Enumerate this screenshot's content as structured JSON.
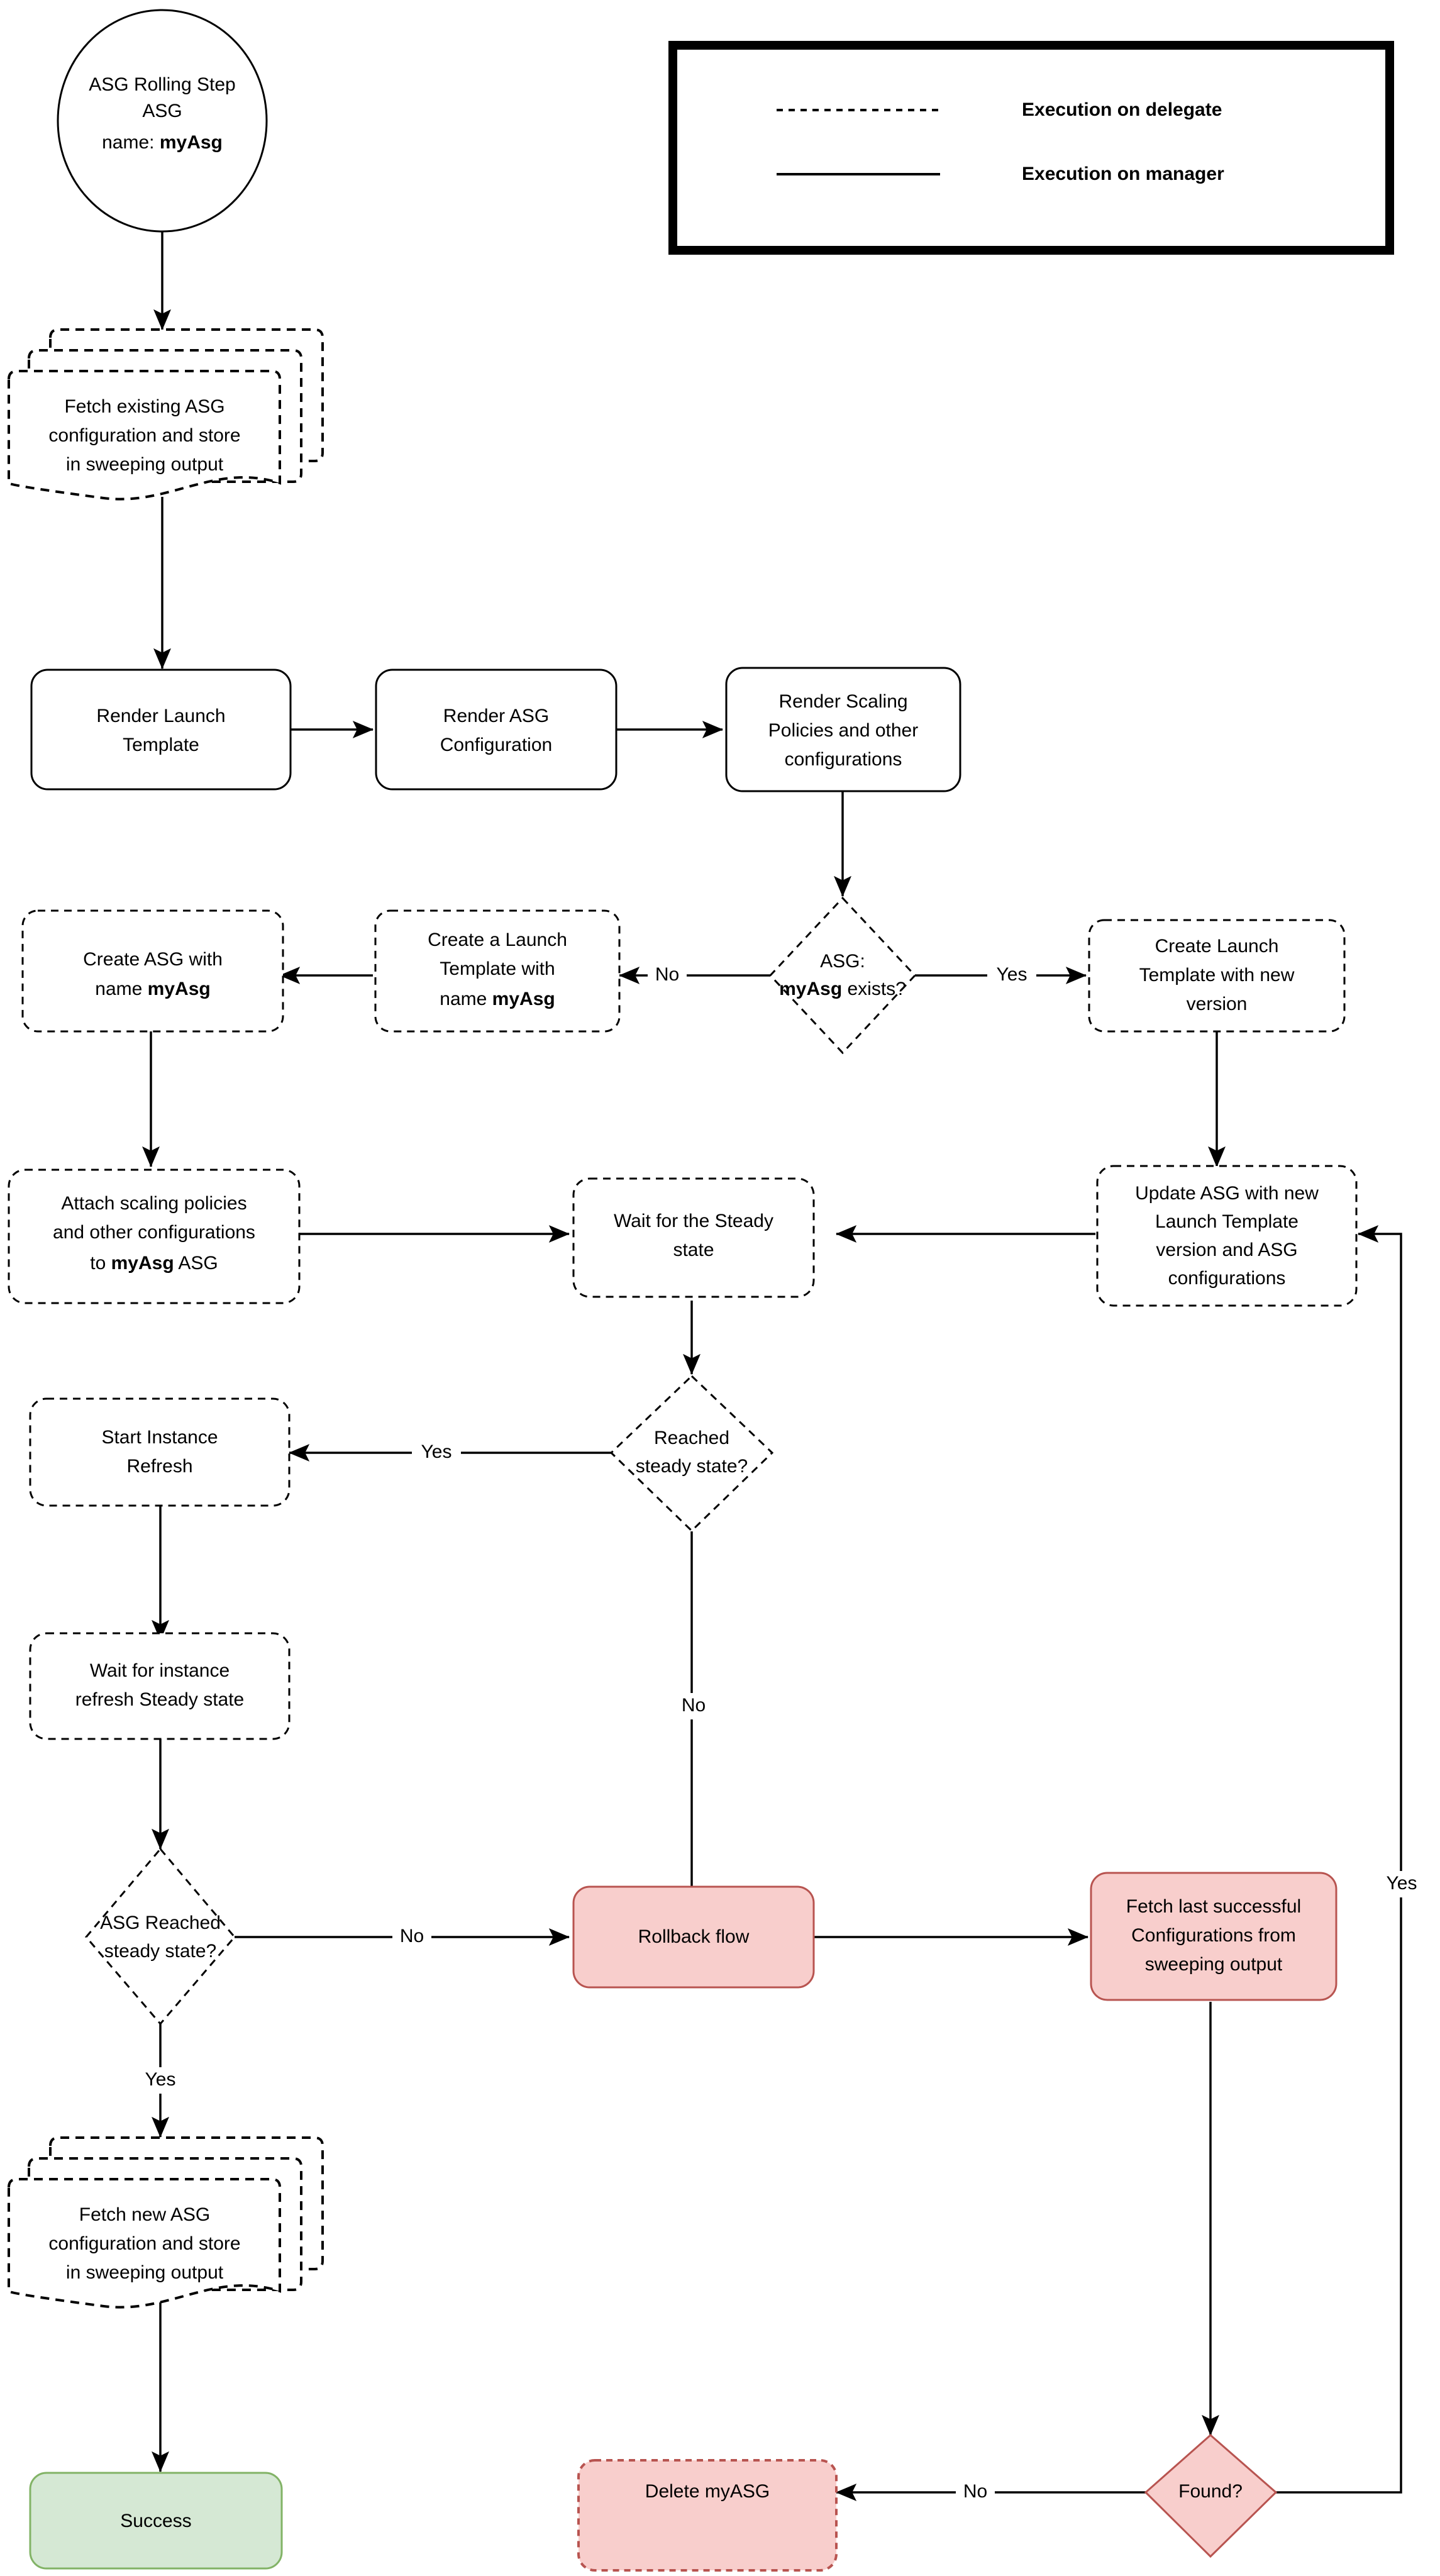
{
  "diagram": {
    "title": "ASG Rolling Step flowchart",
    "legend": {
      "name": "legend",
      "items": [
        {
          "style": "dashed",
          "label": "Execution on delegate"
        },
        {
          "style": "solid",
          "label": "Execution on manager"
        }
      ]
    },
    "colors": {
      "pink_fill": "#f8cecc",
      "pink_stroke": "#b85450",
      "green_fill": "#d5e8d4",
      "green_stroke": "#82b366",
      "default_stroke": "#000000",
      "default_fill": "#ffffff"
    },
    "nodes": {
      "start": {
        "shape": "ellipse",
        "line1": "ASG Rolling Step",
        "line2": "ASG",
        "line3_prefix": "name: ",
        "line3_bold": "myAsg"
      },
      "fetch_existing": {
        "shape": "multi-document",
        "line1": "Fetch existing ASG",
        "line2": "configuration and store",
        "line3": "in sweeping output"
      },
      "render_launch_template": {
        "shape": "rounded-rect",
        "line1": "Render Launch",
        "line2": "Template"
      },
      "render_asg_config": {
        "shape": "rounded-rect",
        "line1": "Render ASG",
        "line2": "Configuration"
      },
      "render_scaling_policies": {
        "shape": "rounded-rect",
        "line1": "Render Scaling",
        "line2": "Policies and other",
        "line3": "configurations"
      },
      "asg_exists_decision": {
        "shape": "diamond",
        "line1": "ASG:",
        "line2_bold": "myAsg",
        "line2_rest": " exists?"
      },
      "create_launch_template_new_version": {
        "shape": "rounded-rect",
        "line1": "Create Launch",
        "line2": "Template with new",
        "line3": "version"
      },
      "create_a_launch_template": {
        "shape": "rounded-rect",
        "line1": "Create a Launch",
        "line2": "Template with",
        "line3_prefix": "name ",
        "line3_bold": "myAsg"
      },
      "create_asg_with_name": {
        "shape": "rounded-rect",
        "line1": "Create ASG with",
        "line2_prefix": "name ",
        "line2_bold": "myAsg"
      },
      "attach_scaling_policies": {
        "shape": "rounded-rect",
        "line1": "Attach scaling policies",
        "line2": "and other configurations",
        "line3_prefix": "to ",
        "line3_bold": "myAsg",
        "line3_suffix": " ASG"
      },
      "wait_steady_state": {
        "shape": "rounded-rect",
        "line1": "Wait for the Steady",
        "line2": "state"
      },
      "update_asg": {
        "shape": "rounded-rect",
        "line1": "Update ASG with new",
        "line2": "Launch Template",
        "line3": "version and ASG",
        "line4": "configurations"
      },
      "reached_steady_state_decision": {
        "shape": "diamond",
        "line1": "Reached",
        "line2": "steady state?"
      },
      "start_instance_refresh": {
        "shape": "rounded-rect",
        "line1": "Start Instance",
        "line2": "Refresh"
      },
      "wait_instance_refresh": {
        "shape": "rounded-rect",
        "line1": "Wait for instance",
        "line2": "refresh Steady state"
      },
      "asg_reached_steady_state_decision": {
        "shape": "diamond",
        "line1": "ASG Reached",
        "line2": "steady state?"
      },
      "rollback_flow": {
        "shape": "rounded-rect",
        "line1": "Rollback flow"
      },
      "fetch_last_successful": {
        "shape": "rounded-rect",
        "line1": "Fetch last successful",
        "line2": "Configurations from",
        "line3": "sweeping output"
      },
      "fetch_new_asg": {
        "shape": "multi-document",
        "line1": "Fetch new ASG",
        "line2": "configuration and store",
        "line3": "in sweeping output"
      },
      "success": {
        "shape": "rounded-rect",
        "line1": "Success"
      },
      "delete_myasg": {
        "shape": "rounded-rect",
        "line1": "Delete myASG"
      },
      "found_decision": {
        "shape": "diamond",
        "line1": "Found?"
      }
    },
    "edge_labels": {
      "asg_exists_no": "No",
      "asg_exists_yes": "Yes",
      "reached_steady_yes": "Yes",
      "reached_steady_no": "No",
      "asg_reached_no": "No",
      "asg_reached_yes": "Yes",
      "found_no": "No",
      "found_yes": "Yes"
    }
  }
}
